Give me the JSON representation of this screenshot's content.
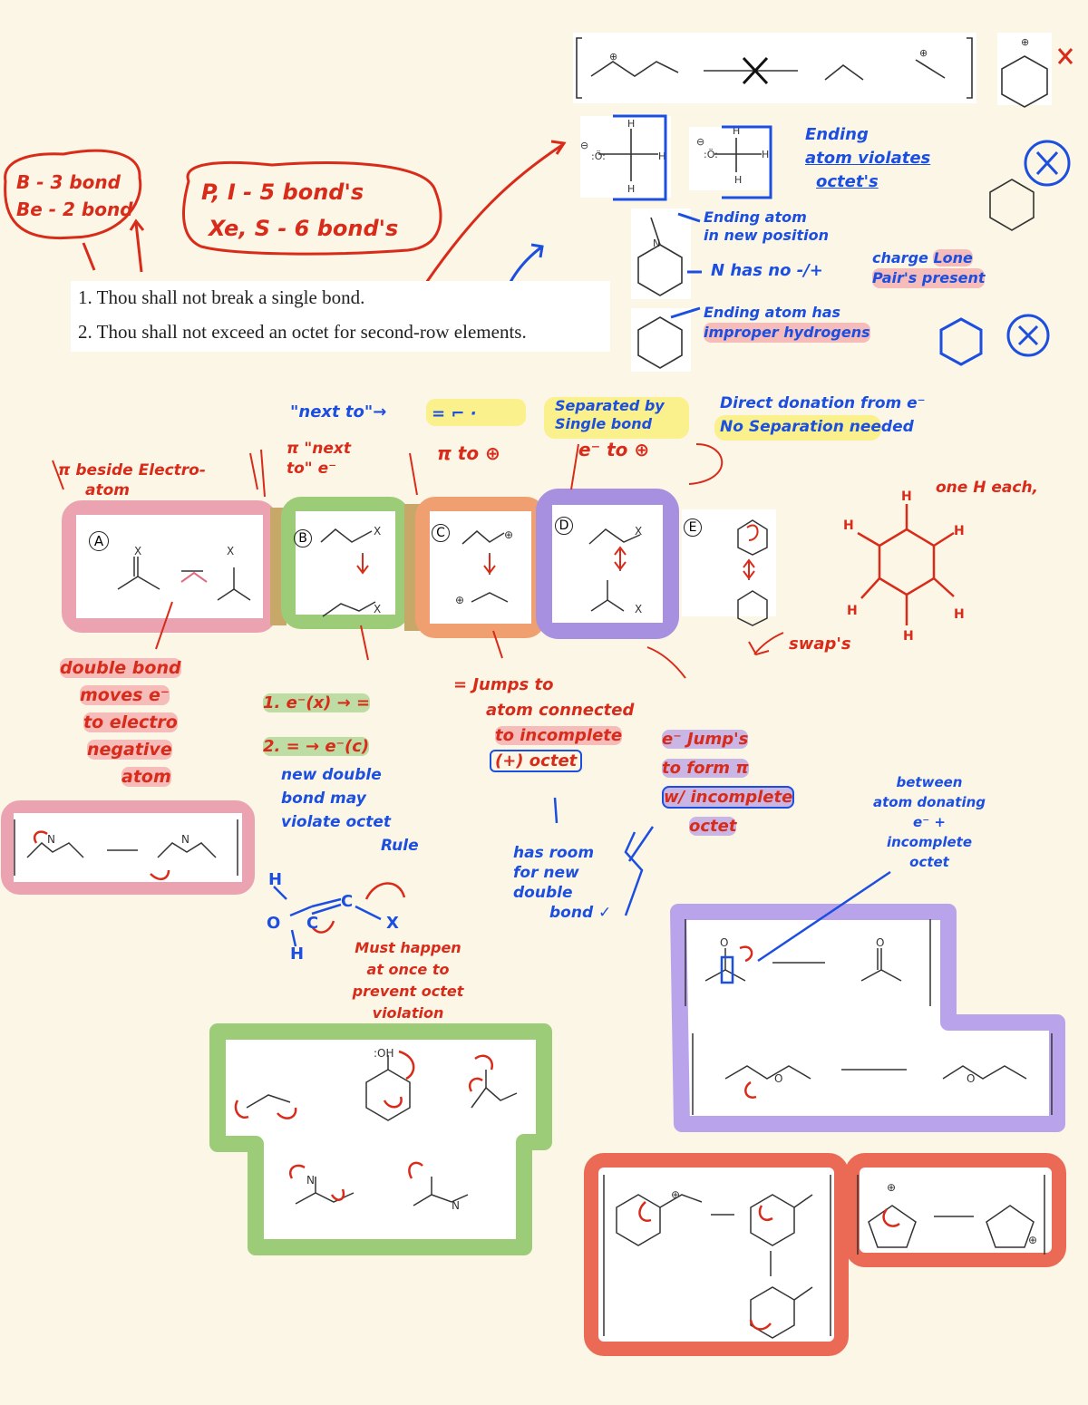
{
  "rules": {
    "rule1": "1. Thou shall not break a single bond.",
    "rule2": "2. Thou shall not exceed an octet for second-row elements."
  },
  "red_notes": {
    "boron": "B - 3 bond",
    "beryllium": "Be - 2 bond",
    "p_i": "P, I  - 5 bond's",
    "xe_s": "Xe, S - 6 bond's"
  },
  "blue_notes": {
    "ending_violates_1": "Ending",
    "ending_violates_2": "atom violates",
    "ending_violates_3": "octet's",
    "new_position_1": "Ending atom",
    "new_position_2": "in new position",
    "n_no_charge": "N has no -/+",
    "charge_lone_1": "charge",
    "charge_lone_2": "Lone",
    "charge_lone_3": "Pair's present",
    "improper_h_1": "Ending atom has",
    "improper_h_2": "improper hydrogens",
    "next_to": "\"next to\"→",
    "separated_1": "Separated by",
    "separated_2": "Single bond",
    "direct_1": "Direct donation from e⁻",
    "direct_2": "No Separation needed"
  },
  "categories": {
    "a_head_1": "π beside Electro-",
    "a_head_2": "atom",
    "b_head_1": "π \"next",
    "b_head_2": "to\" e⁻",
    "c_head": "π to ⊕",
    "d_head": "e⁻ to ⊕",
    "a_label": "A",
    "b_label": "B",
    "c_label": "C",
    "d_label": "D",
    "e_label": "E",
    "swaps": "swap's",
    "one_h_each": "one H each,"
  },
  "notes_a": {
    "l1": "double bond",
    "l2": "moves e⁻",
    "l3": "to electro",
    "l4": "negative",
    "l5": "atom"
  },
  "notes_b": {
    "s1": "1. e⁻(x) → =",
    "s2": "2. = → e⁻(c)",
    "n1": "new double",
    "n2": "bond may",
    "n3": "violate octet",
    "n4": "Rule",
    "m1": "Must happen",
    "m2": "at once to",
    "m3": "prevent octet",
    "m4": "violation"
  },
  "notes_c": {
    "l1": "= Jumps to",
    "l2": "atom connected",
    "l3": "to incomplete",
    "l4": "(+) octet",
    "r1": "has room",
    "r2": "for new",
    "r3": "double",
    "r4": "bond ✓"
  },
  "notes_d": {
    "l1": "e⁻ Jump's",
    "l2": "to form π",
    "l3": "w/ incomplete",
    "l4": "octet",
    "b1": "between",
    "b2": "atom donating",
    "b3": "e⁻ +",
    "b4": "incomplete",
    "b5": "octet"
  },
  "atoms": {
    "x": "X",
    "n": "N",
    "o": "O",
    "h": "H",
    "c": "C",
    "oh": ":OH",
    "plus": "⊕",
    "minus": "⊖",
    "cross": "✕"
  },
  "colors": {
    "red_ink": "#d92b1a",
    "blue_ink": "#1c4fe0",
    "pink_box": "#eba3b2",
    "green_box": "#9ccc78",
    "orange_box": "#f0a070",
    "purple_box": "#a890e0",
    "tan_box": "#b89a60",
    "coral_box": "#ea6a55",
    "background": "#fbf6e6"
  }
}
